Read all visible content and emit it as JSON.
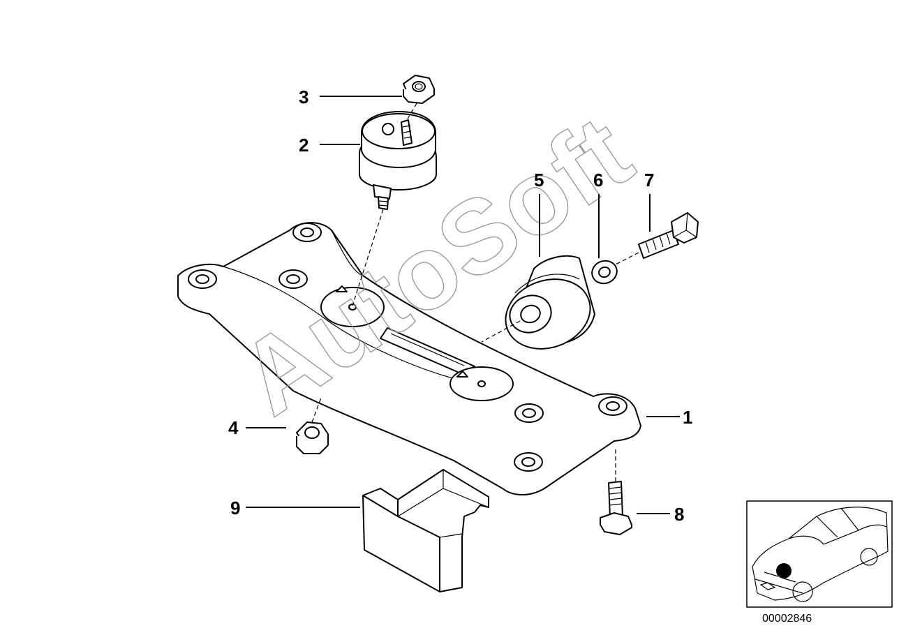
{
  "watermark": "AutoSoft",
  "callouts": {
    "p1": "1",
    "p2": "2",
    "p3": "3",
    "p4": "4",
    "p5": "5",
    "p6": "6",
    "p7": "7",
    "p8": "8",
    "p9": "9"
  },
  "inset": {
    "reference_number": "00002846"
  }
}
